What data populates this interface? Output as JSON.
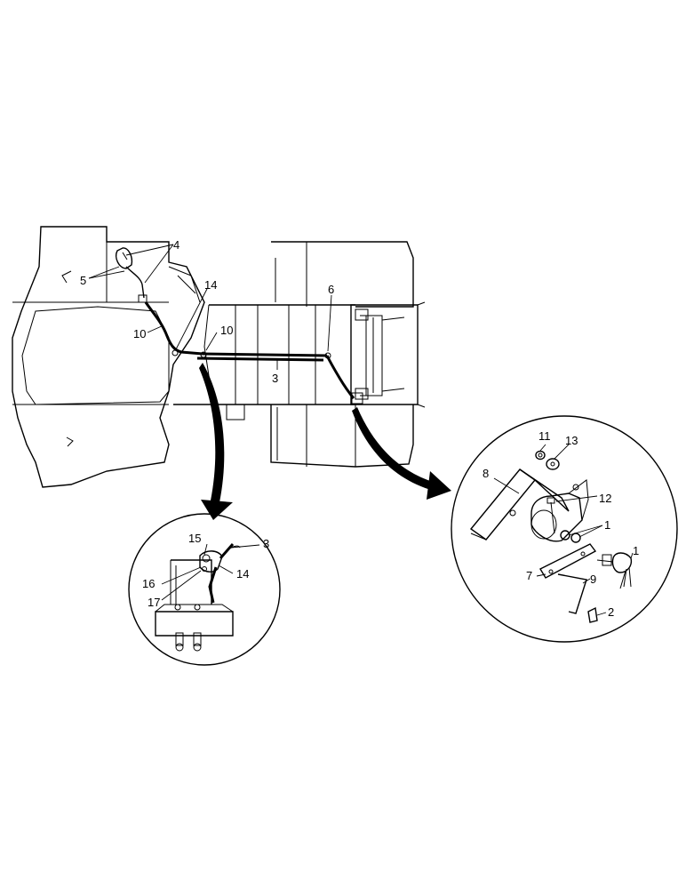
{
  "diagram": {
    "callouts_main": {
      "c4": "4",
      "c5": "5",
      "c14": "14",
      "c6": "6",
      "c10a": "10",
      "c10b": "10",
      "c3": "3"
    },
    "callouts_left_detail": {
      "c15": "15",
      "c3": "3",
      "c16": "16",
      "c14": "14",
      "c17": "17"
    },
    "callouts_right_detail": {
      "c11": "11",
      "c13": "13",
      "c8": "8",
      "c12": "12",
      "c1a": "1",
      "c1b": "1",
      "c7": "7",
      "c9": "9",
      "c2": "2"
    }
  }
}
